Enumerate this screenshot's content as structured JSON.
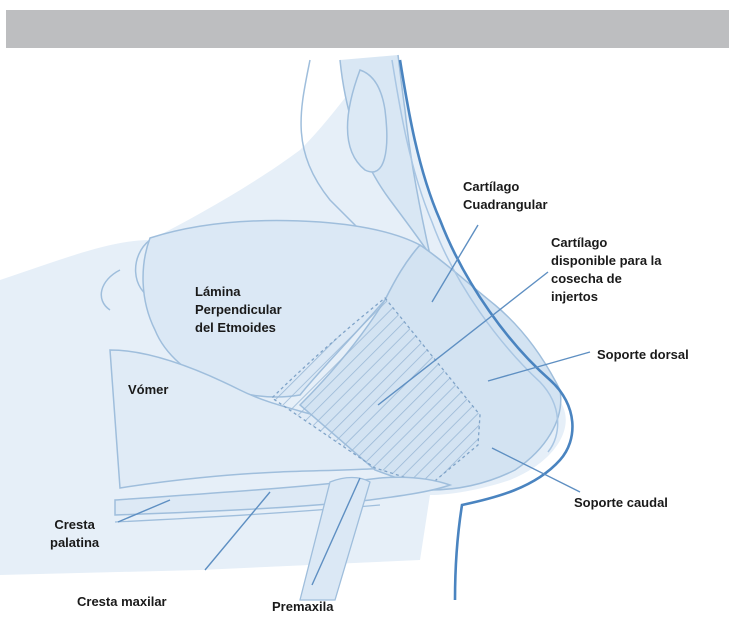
{
  "colors": {
    "header_bar": "#bdbec0",
    "tissue_fill": "#e6eff8",
    "cartilage_fill": "#d3e3f2",
    "outline": "#9fbedc",
    "skin_outline": "#4a84c0",
    "pointer_line": "#5e8fc2",
    "hatch": "#9ab8d6"
  },
  "labels": {
    "cartilago_cuadrangular": [
      "Cartílago",
      "Cuadrangular"
    ],
    "cartilago_disponible": [
      "Cartílago",
      "disponible para la",
      "cosecha de",
      "injertos"
    ],
    "lamina_perpendicular": [
      "Lámina",
      "Perpendicular",
      "del Etmoides"
    ],
    "vomer": "Vómer",
    "soporte_dorsal": "Soporte dorsal",
    "soporte_caudal": "Soporte caudal",
    "cresta_palatina": [
      "Cresta",
      "palatina"
    ],
    "cresta_maxilar": "Cresta maxilar",
    "premaxila": "Premaxila"
  }
}
